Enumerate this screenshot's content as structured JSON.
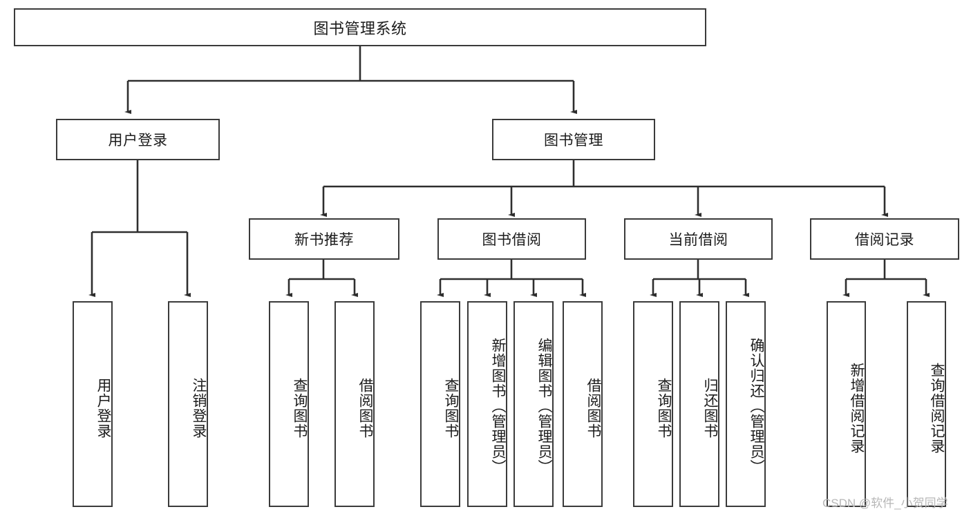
{
  "diagram": {
    "title": "图书管理系统",
    "type": "tree-hierarchy-diagram",
    "stroke_color": "#3a3a3a",
    "text_color": "#1b1b1b",
    "background_color": "#ffffff"
  },
  "nodes": {
    "root": {
      "label": "图书管理系统"
    },
    "level1": [
      {
        "key": "user_login",
        "label": "用户登录"
      },
      {
        "key": "book_manage",
        "label": "图书管理"
      }
    ],
    "level2": [
      {
        "key": "new_book_rec",
        "label": "新书推荐"
      },
      {
        "key": "book_borrow",
        "label": "图书借阅"
      },
      {
        "key": "current_borrow",
        "label": "当前借阅"
      },
      {
        "key": "borrow_record",
        "label": "借阅记录"
      }
    ],
    "leaves": {
      "user_login": [
        {
          "key": "leaf_user_login",
          "label": "用户登录"
        },
        {
          "key": "leaf_logout",
          "label": "注销登录"
        }
      ],
      "new_book_rec": [
        {
          "key": "leaf_query_book_1",
          "label": "查询图书"
        },
        {
          "key": "leaf_borrow_book_1",
          "label": "借阅图书"
        }
      ],
      "book_borrow": [
        {
          "key": "leaf_query_book_2",
          "label": "查询图书"
        },
        {
          "key": "leaf_add_book",
          "label": "新增图书（管理员）"
        },
        {
          "key": "leaf_edit_book",
          "label": "编辑图书（管理员）"
        },
        {
          "key": "leaf_borrow_book_2",
          "label": "借阅图书"
        }
      ],
      "current_borrow": [
        {
          "key": "leaf_query_book_3",
          "label": "查询图书"
        },
        {
          "key": "leaf_return_book",
          "label": "归还图书"
        },
        {
          "key": "leaf_confirm_return",
          "label": "确认归还（管理员）"
        }
      ],
      "borrow_record": [
        {
          "key": "leaf_add_record",
          "label": "新增借阅记录"
        },
        {
          "key": "leaf_query_record",
          "label": "查询借阅记录"
        }
      ]
    }
  },
  "watermark": {
    "text": "CSDN @软件_小贺同学"
  }
}
